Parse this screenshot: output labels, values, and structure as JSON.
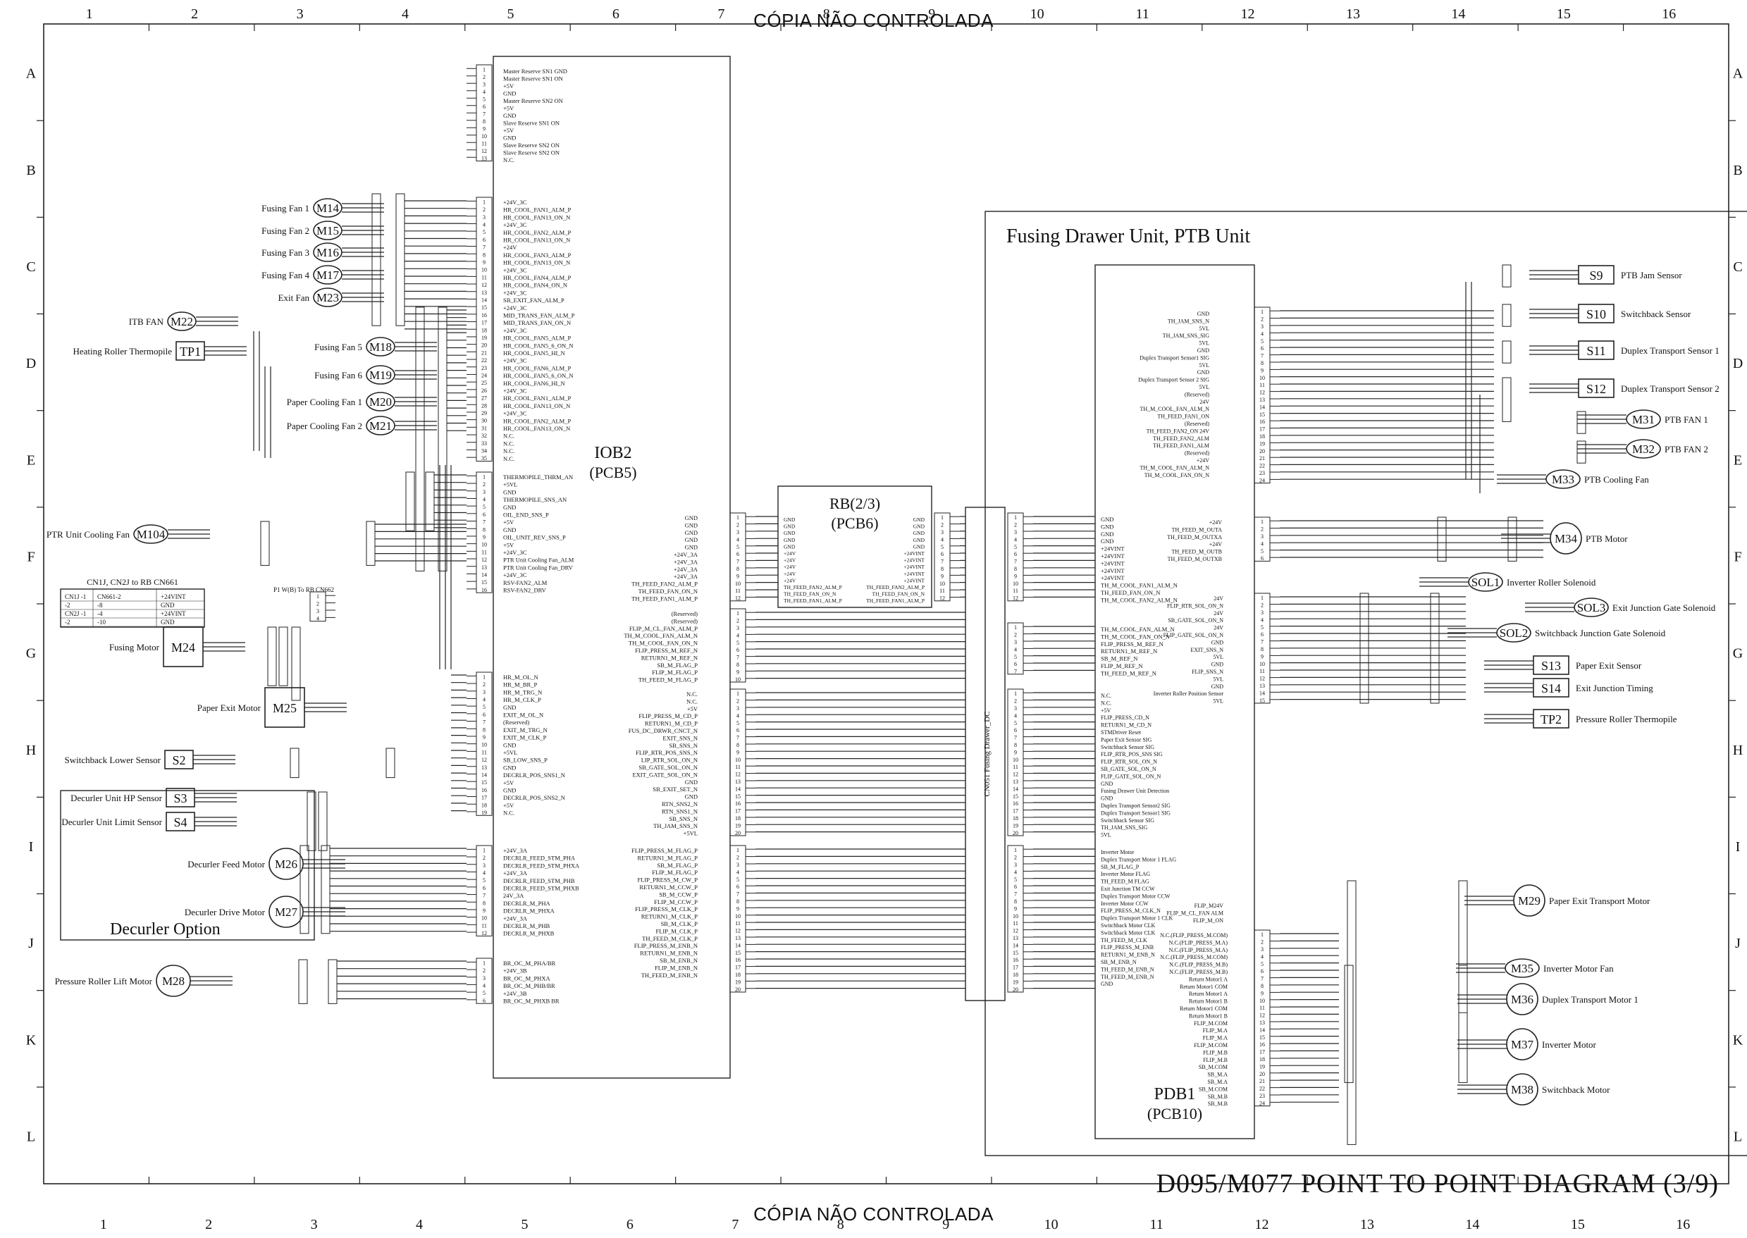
{
  "watermark": {
    "top": "CÓPIA NÃO CONTROLADA",
    "bottom": "CÓPIA NÃO CONTROLADA"
  },
  "diagram_title": "D095/M077 POINT TO POINT DIAGRAM (3/9)",
  "grid": {
    "columns": [
      "1",
      "2",
      "3",
      "4",
      "5",
      "6",
      "7",
      "8",
      "9",
      "10",
      "11",
      "12",
      "13",
      "14",
      "15",
      "16"
    ],
    "rows": [
      "A",
      "B",
      "C",
      "D",
      "E",
      "F",
      "G",
      "H",
      "I",
      "J",
      "K",
      "L"
    ]
  },
  "boards": {
    "iob2": {
      "name": "IOB2",
      "pcb": "(PCB5)"
    },
    "rb": {
      "name": "RB(2/3)",
      "pcb": "(PCB6)"
    },
    "pdb1": {
      "name": "PDB1",
      "pcb": "(PCB10)"
    },
    "cn051": "CN051 Fusing Drawer_DC"
  },
  "units": {
    "fusing_drawer": "Fusing Drawer Unit, PTB Unit",
    "decurler_option": "Decurler Option",
    "cn_table_title": "CN1J, CN2J to RB CN661",
    "cn_table": [
      [
        "CN1J -1",
        "CN661-2",
        "+24VINT"
      ],
      [
        "-2",
        "-8",
        "GND"
      ],
      [
        "CN2J -1",
        "-4",
        "+24VINT"
      ],
      [
        "-2",
        "-10",
        "GND"
      ]
    ],
    "p1_note": "P1 W(B) To RB CN662"
  },
  "left_components": [
    {
      "id": "M14",
      "label": "Fusing Fan 1"
    },
    {
      "id": "M15",
      "label": "Fusing Fan 2"
    },
    {
      "id": "M16",
      "label": "Fusing Fan 3"
    },
    {
      "id": "M17",
      "label": "Fusing Fan 4"
    },
    {
      "id": "M23",
      "label": "Exit Fan"
    },
    {
      "id": "M22",
      "label": "ITB FAN"
    },
    {
      "id": "TP1",
      "label": "Heating Roller Thermopile"
    },
    {
      "id": "M18",
      "label": "Fusing Fan 5"
    },
    {
      "id": "M19",
      "label": "Fusing Fan 6"
    },
    {
      "id": "M20",
      "label": "Paper Cooling Fan 1"
    },
    {
      "id": "M21",
      "label": "Paper Cooling Fan 2"
    },
    {
      "id": "M104",
      "label": "PTR Unit Cooling Fan"
    },
    {
      "id": "M24",
      "label": "Fusing Motor"
    },
    {
      "id": "M25",
      "label": "Paper Exit Motor"
    },
    {
      "id": "S2",
      "label": "Switchback Lower Sensor"
    },
    {
      "id": "S3",
      "label": "Decurler Unit HP Sensor"
    },
    {
      "id": "S4",
      "label": "Decurler Unit Limit Sensor"
    },
    {
      "id": "M26",
      "label": "Decurler Feed Motor"
    },
    {
      "id": "M27",
      "label": "Decurler Drive Motor"
    },
    {
      "id": "M28",
      "label": "Pressure Roller Lift Motor"
    }
  ],
  "right_components": [
    {
      "id": "S9",
      "label": "PTB Jam Sensor"
    },
    {
      "id": "S10",
      "label": "Switchback Sensor"
    },
    {
      "id": "S11",
      "label": "Duplex Transport Sensor 1"
    },
    {
      "id": "S12",
      "label": "Duplex Transport Sensor 2"
    },
    {
      "id": "M31",
      "label": "PTB FAN 1"
    },
    {
      "id": "M32",
      "label": "PTB FAN 2"
    },
    {
      "id": "M33",
      "label": "PTB Cooling Fan"
    },
    {
      "id": "M34",
      "label": "PTB Motor"
    },
    {
      "id": "SOL1",
      "label": "Inverter Roller Solenoid"
    },
    {
      "id": "SOL3",
      "label": "Exit Junction Gate Solenoid"
    },
    {
      "id": "SOL2",
      "label": "Switchback Junction Gate Solenoid"
    },
    {
      "id": "S13",
      "label": "Paper Exit Sensor"
    },
    {
      "id": "S14",
      "label": "Exit Junction Timing"
    },
    {
      "id": "TP2",
      "label": "Pressure Roller Thermopile"
    },
    {
      "id": "M29",
      "label": "Paper Exit Transport Motor"
    },
    {
      "id": "M35",
      "label": "Inverter Motor Fan"
    },
    {
      "id": "M36",
      "label": "Duplex Transport Motor 1"
    },
    {
      "id": "M37",
      "label": "Inverter Motor"
    },
    {
      "id": "M38",
      "label": "Switchback Motor"
    }
  ],
  "signals": {
    "iob2_top": [
      "Master Reserve SN1 GND",
      "Master Reserve SN1 ON",
      "+5V",
      "GND",
      "Master Reserve SN2 ON",
      "+5V",
      "GND",
      "Slave Reserve SN1 ON",
      "+5V",
      "GND",
      "Slave Reserve SN2 ON",
      "Slave Reserve SN2 ON",
      "N.C."
    ],
    "iob2_fans": [
      "+24V_3C",
      "HR_COOL_FAN1_ALM_P",
      "HR_COOL_FAN13_ON_N",
      "+24V_3C",
      "HR_COOL_FAN2_ALM_P",
      "HR_COOL_FAN13_ON_N",
      "+24V",
      "HR_COOL_FAN3_ALM_P",
      "HR_COOL_FAN13_ON_N",
      "+24V_3C",
      "HR_COOL_FAN4_ALM_P",
      "HR_COOL_FAN4_ON_N",
      "+24V_3C",
      "SB_EXIT_FAN_ALM_P",
      "+24V_3C",
      "MID_TRANS_FAN_ALM_P",
      "MID_TRANS_FAN_ON_N",
      "+24V_3C",
      "HR_COOL_FAN5_ALM_P",
      "HR_COOL_FAN5_6_ON_N",
      "HR_COOL_FAN5_HI_N",
      "+24V_3C",
      "HR_COOL_FAN6_ALM_P",
      "HR_COOL_FAN5_6_ON_N",
      "HR_COOL_FAN6_HI_N",
      "+24V_3C",
      "HR_COOL_FAN1_ALM_P",
      "HR_COOL_FAN13_ON_N",
      "+24V_3C",
      "HR_COOL_FAN2_ALM_P",
      "HR_COOL_FAN13_ON_N",
      "N.C.",
      "N.C.",
      "N.C.",
      "N.C."
    ],
    "iob2_mid": [
      "THERMOPILE_THRM_AN",
      "+5VL",
      "GND",
      "THERMOPILE_SNS_AN",
      "GND",
      "OIL_END_SNS_P",
      "+5V",
      "GND",
      "OIL_UNIT_REV_SNS_P",
      "+5V",
      "+24V_3C",
      "PTR Unit Cooling Fan_ALM",
      "PTR Unit Cooling Fan_DRV",
      "+24V_3C",
      "RSV-FAN2_ALM",
      "RSV-FAN2_DRV"
    ],
    "iob2_motor": [
      "HR_M_OL_N",
      "HR_M_BR_P",
      "HR_M_TRG_N",
      "HR_M_CLK_P",
      "GND",
      "EXIT_M_OL_N",
      "(Reserved)",
      "EXIT_M_TRG_N",
      "EXIT_M_CLK_P",
      "GND",
      "+5VL",
      "SB_LOW_SNS_P",
      "GND",
      "DECRLR_POS_SNS1_N",
      "+5V",
      "GND",
      "DECRLR_POS_SNS2_N",
      "+5V",
      "N.C."
    ],
    "iob2_decurler": [
      "+24V_3A",
      "DECRLR_FEED_STM_PHA",
      "DECRLR_FEED_STM_PHXA",
      "+24V_3A",
      "DECRLR_FEED_STM_PHB",
      "DECRLR_FEED_STM_PHXB",
      "24V_3A",
      "DECRLR_M_PHA",
      "DECRLR_M_PHXA",
      "+24V_3A",
      "DECRLR_M_PHB",
      "DECRLR_M_PHXB"
    ],
    "iob2_lift": [
      "BR_OC_M_PHA/BR",
      "+24V_3B",
      "BR_OC_M_PHXA",
      "BR_OC_M_PHB/BR",
      "+24V_3B",
      "BR_OC_M_PHXB BR"
    ],
    "rb_power": [
      "GND",
      "GND",
      "GND",
      "GND",
      "GND",
      "+24V_3A",
      "+24V_3A",
      "+24V_3A",
      "+24V_3A",
      "TH_FEED_FAN2_ALM_P",
      "TH_FEED_FAN_ON_N",
      "TH_FEED_FAN1_ALM_P"
    ],
    "rb_inner_left": [
      "GND",
      "GND",
      "GND",
      "GND",
      "GND",
      "+24V",
      "+24V",
      "+24V",
      "+24V",
      "+24V",
      "TH_FEED_FAN2_ALM_P",
      "TH_FEED_FAN_ON_N",
      "TH_FEED_FAN1_ALM_P"
    ],
    "rb_inner_right": [
      "GND",
      "GND",
      "GND",
      "GND",
      "GND",
      "+24VINT",
      "+24VINT",
      "+24VINT",
      "+24VINT",
      "+24VINT",
      "TH_FEED_FAN2_ALM_P",
      "TH_FEED_FAN_ON_N",
      "TH_FEED_FAN1_ALM_P"
    ],
    "iob2_flip": [
      "(Reserved)",
      "(Reserved)",
      "FLIP_M_CL_FAN_ALM_P",
      "TH_M_COOL_FAN_ALM_N",
      "TH_M_COOL_FAN_ON_N",
      "FLIP_PRESS_M_REF_N",
      "RETURN1_M_REF_N",
      "SB_M_FLAG_P",
      "FLIP_M_FLAG_P",
      "TH_FEED_M_FLAG_P"
    ],
    "iob2_sensors": [
      "N.C.",
      "N.C.",
      "+5V",
      "FLIP_PRESS_M_CD_P",
      "RETURN1_M_CD_P",
      "FUS_DC_DRWR_CNCT_N",
      "EXIT_SNS_N",
      "SB_SNS_N",
      "FLIP_RTR_POS_SNS_N",
      "LIP_RTR_SOL_ON_N",
      "SB_GATE_SOL_ON_N",
      "EXIT_GATE_SOL_ON_N",
      "GND",
      "SB_EXIT_SET_N",
      "GND",
      "RTN_SNS2_N",
      "RTN_SNS1_N",
      "SB_SNS_N",
      "TH_JAM_SNS_N",
      "+5VL"
    ],
    "iob2_clk": [
      "FLIP_PRESS_M_FLAG_P",
      "RETURN1_M_FLAG_P",
      "SB_M_FLAG_P",
      "FLIP_M_FLAG_P",
      "FLIP_PRESS_M_CW_P",
      "RETURN1_M_CCW_P",
      "SB_M_CCW_P",
      "FLIP_M_CCW_P",
      "FLIP_PRESS_M_CLK_P",
      "RETURN1_M_CLK_P",
      "SB_M_CLK_P",
      "FLIP_M_CLK_P",
      "TH_FEED_M_CLK_P",
      "FLIP_PRESS_M_ENB_N",
      "RETURN1_M_ENB_N",
      "SB_M_ENB_N",
      "FLIP_M_ENB_N",
      "TH_FEED_M_ENB_N"
    ],
    "pdb_top": [
      "GND",
      "GND",
      "GND",
      "GND",
      "+24VINT",
      "+24VINT",
      "+24VINT",
      "+24VINT",
      "+24VINT",
      "TH_M_COOL_FAN1_ALM_N",
      "TH_FEED_FAN_ON_N",
      "TH_M_COOL_FAN2_ALM_N"
    ],
    "pdb_mid": [
      "TH_M_COOL_FAN_ALM_N",
      "TH_M_COOL_FAN_ON_N",
      "FLIP_PRESS_M_REF_N",
      "RETURN1_M_REF_N",
      "SB_M_REF_N",
      "FLIP_M_REF_N",
      "TH_FEED_M_REF_N"
    ],
    "pdb_sensors": [
      "N.C.",
      "N.C.",
      "+5V",
      "FLIP_PRESS_CD_N",
      "RETURN1_M_CD_N",
      "STMDriver Reset",
      "Paper Exit Sensor SIG",
      "Switchback Sensor SIG",
      "FLIP_RTR_POS_SNS SIG",
      "FLIP_RTR_SOL_ON_N",
      "SB_GATE_SOL_ON_N",
      "FLIP_GATE_SOL_ON_N",
      "GND",
      "Fusing Drawer Unit Detection",
      "GND",
      "Duplex Transport Sensor2 SIG",
      "Duplex Transport Sensor1 SIG",
      "Switchback Sensor SIG",
      "TH_JAM_SNS_SIG",
      "5VL"
    ],
    "pdb_clk": [
      "Inverter Motor",
      "Duplex Transport Motor 1 FLAG",
      "SB_M_FLAG_P",
      "Inverter Motor FLAG",
      "TH_FEED_M FLAG",
      "Exit Junction TM CCW",
      "Duplex Transport Motor CCW",
      "Inverter Motor CCW",
      "FLIP_PRESS_M_CLK_N",
      "Duplex Transport Motor 1 CLK",
      "Switchback Motor CLK",
      "Switchback Motor CLK",
      "TH_FEED_M_CLK",
      "FLIP_PRESS_M_ENB",
      "RETURN1_M_ENB_N",
      "SB_M_ENB_N",
      "TH_FEED_M_ENB_N",
      "TH_FEED_M_ENB_N",
      "GND"
    ],
    "pdb_right": [
      "GND",
      "TH_JAM_SNS_N",
      "5VL",
      "TH_JAM_SNS_SIG",
      "5VL",
      "GND",
      "Duplex Transport Sensor1 SIG",
      "5VL",
      "GND",
      "Duplex Transport Sensor 2 SIG",
      "5VL",
      "(Reserved)",
      "24V",
      "TH_M_COOL_FAN_ALM_N",
      "TH_FEED_FAN1_ON",
      "(Reserved)",
      "TH_FEED_FAN2_ON 24V",
      "TH_FEED_FAN2_ALM",
      "TH_FEED_FAN1_ALM",
      "(Reserved)",
      "+24V",
      "TH_M_COOL_FAN_ALM_N",
      "TH_M_COOL_FAN_ON_N"
    ],
    "ptb_motor": [
      "+24V",
      "TH_FEED_M_OUTA",
      "TH_FEED_M_OUTXA",
      "+24V",
      "TH_FEED_M_OUTB",
      "TH_FEED_M_OUTXB"
    ],
    "sol_signals": [
      "24V",
      "FLIP_RTR_SOL_ON_N",
      "24V",
      "SB_GATE_SOL_ON_N",
      "24V",
      "FLIP_GATE_SOL_ON_N",
      "GND",
      "EXIT_SNS_N",
      "5VL",
      "GND",
      "FLIP_SNS_N",
      "5VL",
      "GND",
      "Inverter Roller Position Sensor",
      "5VL"
    ],
    "flip_signals": [
      "FLIP_M24V",
      "FLIP_M_CL_FAN ALM",
      "FLIP_M_ON"
    ],
    "bottom_signals": [
      "N.C.(FLIP_PRESS_M.COM)",
      "N.C.(FLIP_PRESS_M.A)",
      "N.C.(FLIP_PRESS_M.A)",
      "N.C.(FLIP_PRESS_M.COM)",
      "N.C.(FLIP_PRESS_M.B)",
      "N.C.(FLIP_PRESS_M.B)",
      "Return Motor1 A",
      "Return Motor1 COM",
      "Return Motor1 A",
      "Return Motor1 B",
      "Return Motor1 COM",
      "Return Motor1 B",
      "FLIP_M.COM",
      "FLIP_M.A",
      "FLIP_M.A",
      "FLIP_M.COM",
      "FLIP_M.B",
      "FLIP_M.B",
      "SB_M.COM",
      "SB_M.A",
      "SB_M.A",
      "SB_M.COM",
      "SB_M.B",
      "SB_M.B"
    ]
  }
}
